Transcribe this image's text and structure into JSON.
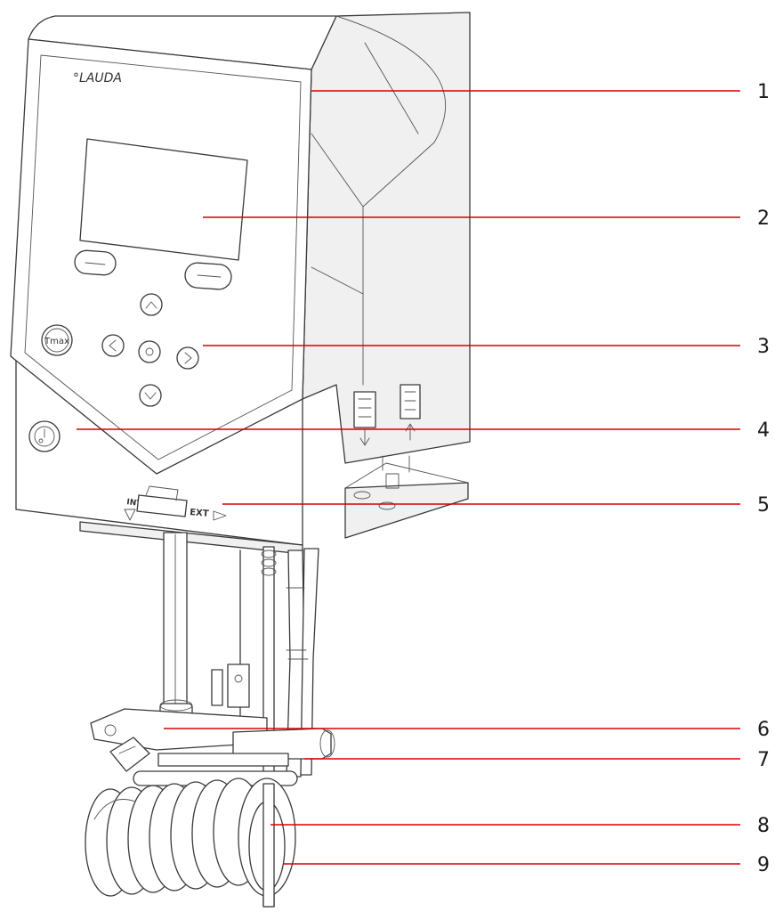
{
  "device": {
    "brand": "°LAUDA",
    "key_tmax": "Tmax",
    "switch_int": "INT",
    "switch_ext": "EXT"
  },
  "colors": {
    "callout_line": "#d60000",
    "outline": "#3a3a3a"
  },
  "callouts": [
    {
      "label": "1"
    },
    {
      "label": "2"
    },
    {
      "label": "3"
    },
    {
      "label": "4"
    },
    {
      "label": "5"
    },
    {
      "label": "6"
    },
    {
      "label": "7"
    },
    {
      "label": "8"
    },
    {
      "label": "9"
    }
  ]
}
